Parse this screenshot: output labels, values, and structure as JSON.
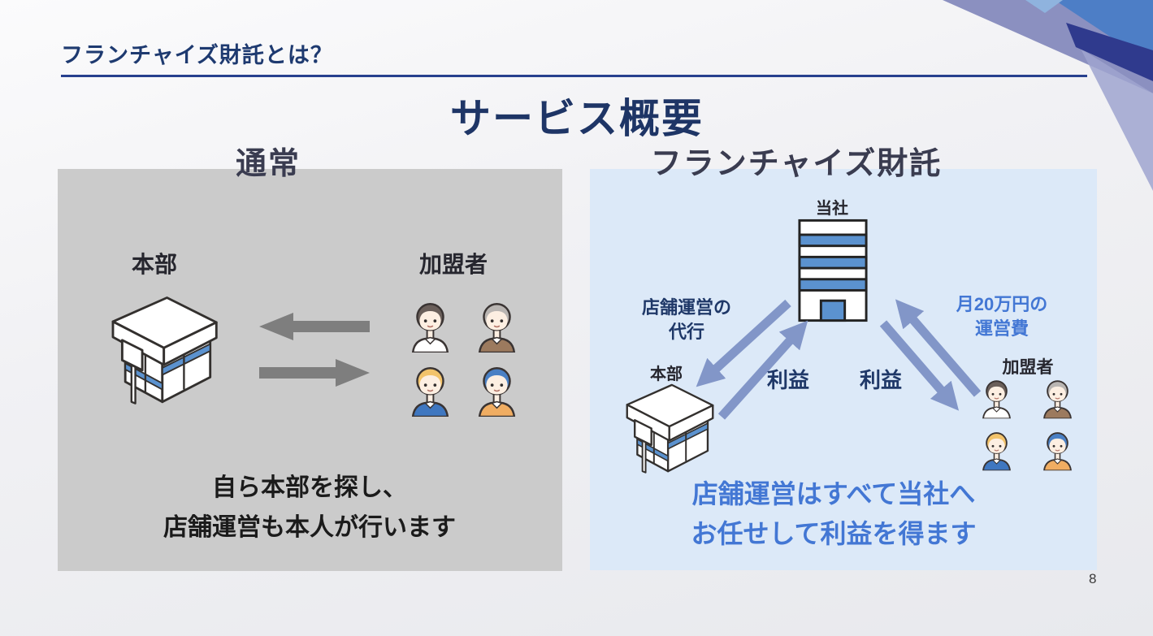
{
  "header": {
    "kicker": "フランチャイズ財託とは？"
  },
  "title": "サービス概要",
  "left_panel": {
    "heading": "通常",
    "hq_label": "本部",
    "member_label": "加盟者",
    "description_line1": "自ら本部を探し、",
    "description_line2": "店舗運営も本人が行います"
  },
  "right_panel": {
    "heading": "フランチャイズ財託",
    "company_label": "当社",
    "hq_label": "本部",
    "member_label": "加盟者",
    "operation_label_line1": "店舗運営の",
    "operation_label_line2": "代行",
    "profit_label_left": "利益",
    "profit_label_right": "利益",
    "fee_label_line1": "月20万円の",
    "fee_label_line2": "運営費",
    "description_line1": "店舗運営はすべて当社へ",
    "description_line2": "お任せして利益を得ます"
  },
  "page": {
    "number": "8"
  },
  "colors": {
    "heading_navy": "#1e3a70",
    "panel_heading": "#3a3c50",
    "accent_blue_text": "#4377d4",
    "flow_arrow_blue": "#8296c8",
    "normal_panel_bg": "#cbcbcb",
    "zaitaku_panel_bg": "#dce9f8",
    "illustration_blue": "#5b92cf",
    "gray_arrow": "#7e7e7e"
  }
}
